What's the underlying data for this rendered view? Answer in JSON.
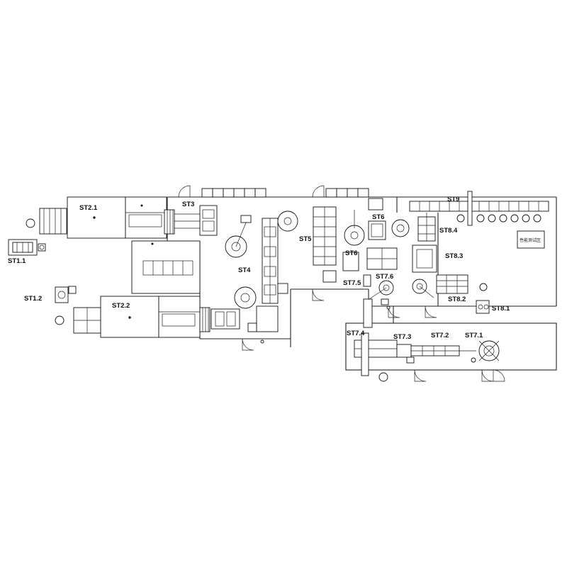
{
  "stations": {
    "st1_1": "ST1.1",
    "st1_2": "ST1.2",
    "st2_1": "ST2.1",
    "st2_2": "ST2.2",
    "st3": "ST3",
    "st4": "ST4",
    "st5": "ST5",
    "st6a": "ST6",
    "st6b": "ST6",
    "st7_1": "ST7.1",
    "st7_2": "ST7.2",
    "st7_3": "ST7.3",
    "st7_4": "ST7.4",
    "st7_5": "ST7.5",
    "st7_6": "ST7.6",
    "st8_1": "ST8.1",
    "st8_2": "ST8.2",
    "st8_3": "ST8.3",
    "st8_4": "ST8.4",
    "st9": "ST9"
  },
  "test_area_label": "性能测试区",
  "colors": {
    "line": "#222222",
    "background": "#ffffff"
  }
}
